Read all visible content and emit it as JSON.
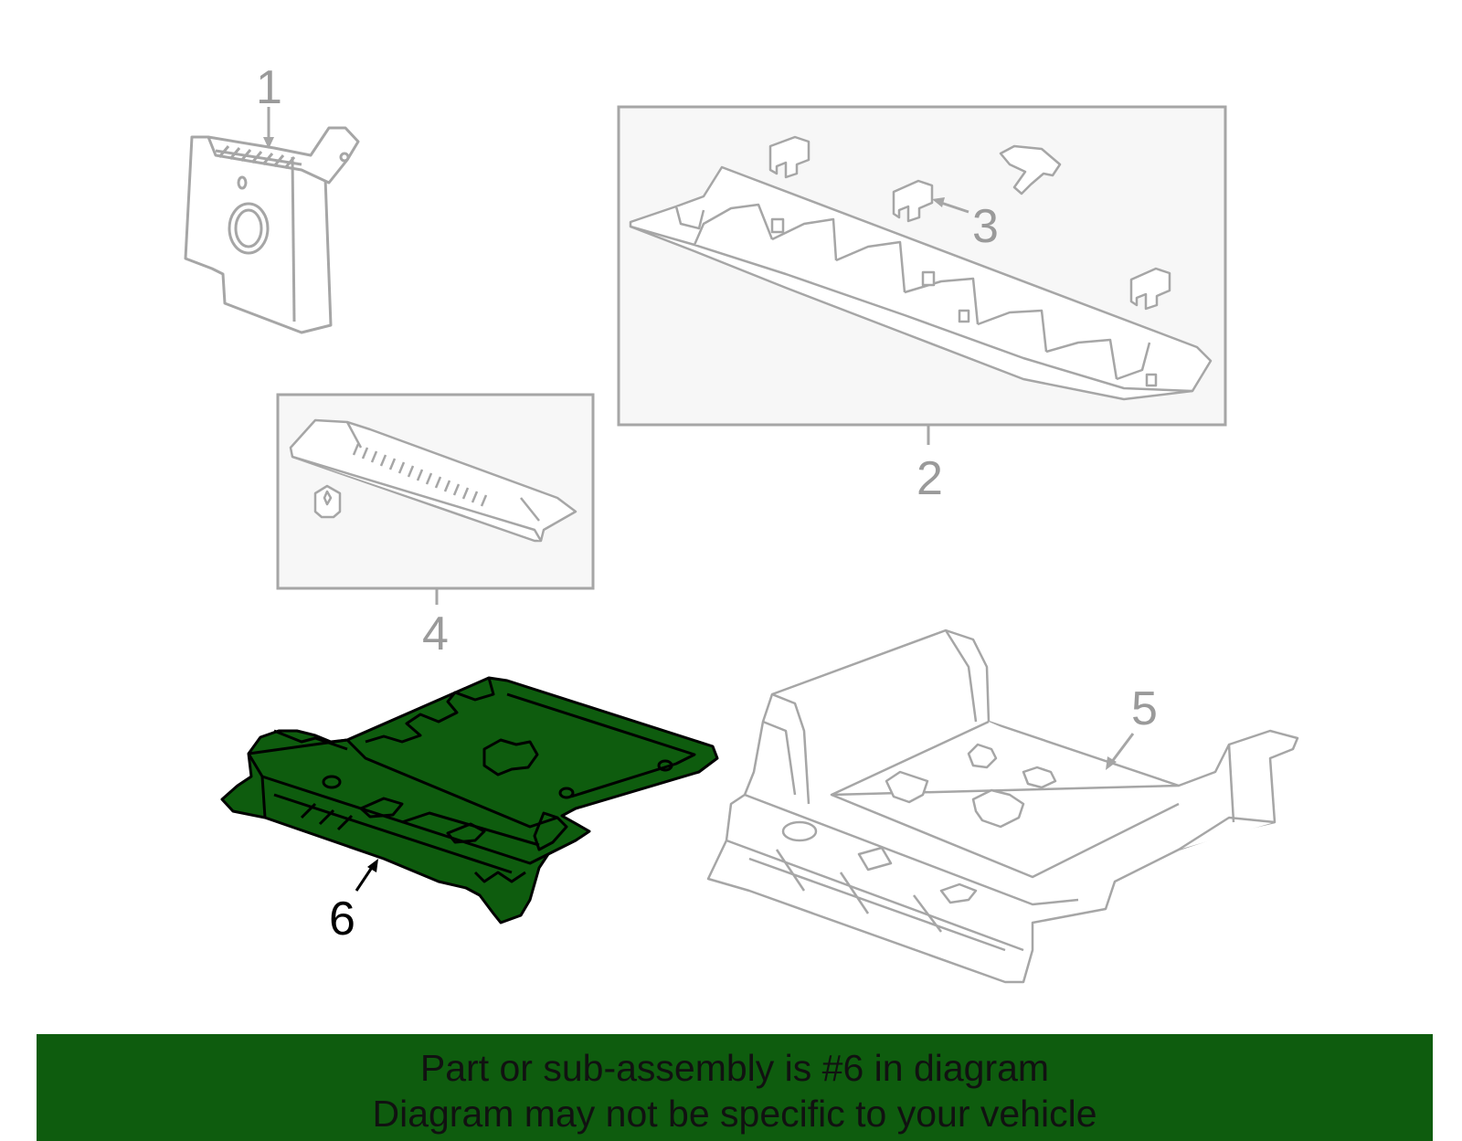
{
  "callouts": [
    {
      "id": "1",
      "text": "1",
      "active": false
    },
    {
      "id": "2",
      "text": "2",
      "active": false
    },
    {
      "id": "3",
      "text": "3",
      "active": false
    },
    {
      "id": "4",
      "text": "4",
      "active": false
    },
    {
      "id": "5",
      "text": "5",
      "active": false
    },
    {
      "id": "6",
      "text": "6",
      "active": true
    }
  ],
  "banner": {
    "line1": "Part or sub-assembly is #6 in diagram",
    "line2": "Diagram may not be specific to your vehicle"
  },
  "colors": {
    "part_line": "#a6a6a6",
    "inset_fill": "#f7f7f7",
    "highlight_fill": "#0e5c0e",
    "highlight_line": "#000000",
    "banner_bg": "#0e5c0e"
  }
}
